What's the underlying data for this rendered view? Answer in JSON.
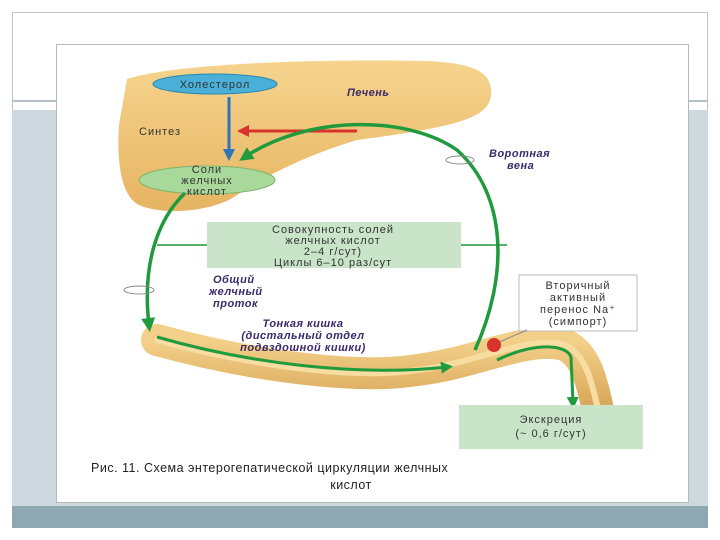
{
  "figure": {
    "cholesterol": "Холестерол",
    "liver": "Печень",
    "synthesis": "Синтез",
    "bile_salts": [
      "Соли",
      "желчных",
      "кислот"
    ],
    "portal_vein": [
      "Воротная",
      "вена"
    ],
    "pool": [
      "Совокупность солей",
      "желчных кислот",
      "2–4 г/сут)",
      "Циклы 6–10 раз/сут"
    ],
    "common_duct": [
      "Общий",
      "желчный",
      "проток"
    ],
    "small_intestine": [
      "Тонкая кишка",
      "(дистальный отдел",
      "подвздошной кишки)"
    ],
    "secondary_transport": [
      "Вторичный",
      "активный",
      "перенос Na⁺",
      "(симпорт)"
    ],
    "excretion": [
      "Экскреция",
      "(~ 0,6 г/сут)"
    ],
    "caption": [
      "Рис. 11. Схема энтерогепатической циркуляции желчных",
      "кислот"
    ]
  },
  "colors": {
    "liver": "#f2c77a",
    "intestine": "#e9bd6c",
    "green_arrow": "#1f9a3c",
    "blue_arrow": "#2f73b8",
    "red_arrow": "#d8322c",
    "box_fill": "#c9e4c9",
    "cholesterol_oval": "#4ab0d8",
    "bile_oval": "#a8d89a"
  }
}
